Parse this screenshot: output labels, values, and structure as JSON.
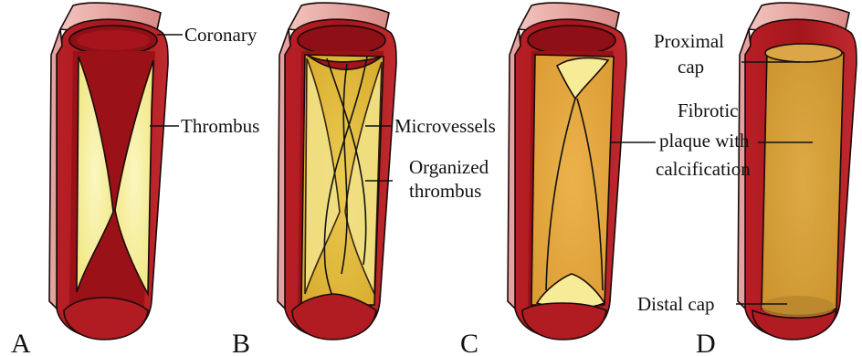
{
  "panels": [
    {
      "letter": "A"
    },
    {
      "letter": "B"
    },
    {
      "letter": "C"
    },
    {
      "letter": "D"
    }
  ],
  "labels": {
    "coronary": "Coronary",
    "thrombus": "Thrombus",
    "microvessels": "Microvessels",
    "organized_line1": "Organized",
    "organized_line2": "thrombus",
    "proximal_line1": "Proximal",
    "proximal_line2": "cap",
    "fibrotic_line1": "Fibrotic",
    "fibrotic_line2": "plaque with",
    "fibrotic_line3": "calcification",
    "distal_cap": "Distal cap"
  },
  "colors": {
    "vessel_wall": "#b01c22",
    "vessel_outer": "#e9a7a4",
    "lumen": "#8f0f16",
    "thrombus_fresh": "#f5ef9a",
    "thrombus_organized": "#e2bf3a",
    "plaque_fibrotic": "#e3aa3f",
    "microvessel": "#8a1a12"
  }
}
